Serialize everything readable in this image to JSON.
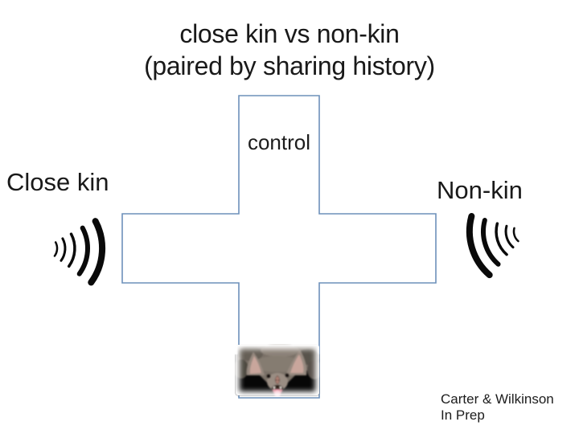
{
  "slide": {
    "title": {
      "line1": "close kin vs non-kin",
      "line2": "(paired by sharing history)"
    },
    "maze": {
      "shape": "plus-maze",
      "control_label": "control",
      "outline_color": "#6d90ba",
      "fill_color": "#ffffff"
    },
    "left_side": {
      "label": "Close kin",
      "icon": "sound-waves-icon"
    },
    "right_side": {
      "label": "Non-kin",
      "icon": "sound-waves-icon"
    },
    "image": {
      "name": "vampire-bat-face"
    },
    "citation": {
      "line1": "Carter & Wilkinson",
      "line2": "In Prep"
    },
    "colors": {
      "text": "#1b1b1b",
      "maze_outline": "#6d90ba",
      "wave_icon": "#0a0a0a"
    }
  }
}
